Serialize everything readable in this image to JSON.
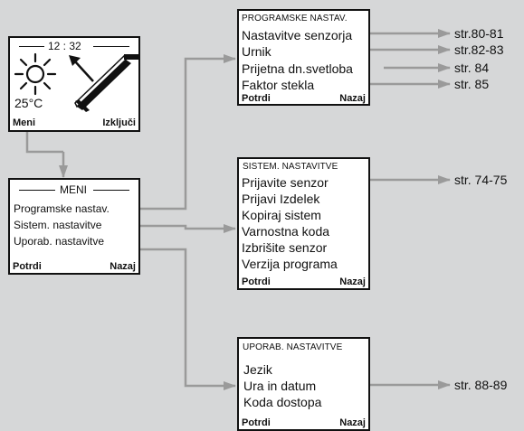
{
  "home": {
    "time": "12 : 32",
    "temperature": "25°C",
    "left_label": "Meni",
    "right_label": "Izključi"
  },
  "menu": {
    "title": "MENI",
    "items": [
      "Programske nastav.",
      "Sistem. nastavitve",
      "Uporab. nastavitve"
    ],
    "confirm": "Potrdi",
    "back": "Nazaj"
  },
  "programske": {
    "title": "PROGRAMSKE NASTAV.",
    "items": [
      "Nastavitve senzorja",
      "Urnik",
      "Prijetna dn.svetloba",
      "Faktor stekla"
    ],
    "confirm": "Potrdi",
    "back": "Nazaj"
  },
  "sistem": {
    "title": "SISTEM. NASTAVITVE",
    "items": [
      "Prijavite senzor",
      "Prijavi Izdelek",
      "Kopiraj sistem",
      "Varnostna koda",
      "Izbrišite senzor",
      "Verzija programa"
    ],
    "confirm": "Potrdi",
    "back": "Nazaj"
  },
  "uporab": {
    "title": "UPORAB. NASTAVITVE",
    "items": [
      "Jezik",
      "Ura in datum",
      "Koda dostopa"
    ],
    "confirm": "Potrdi",
    "back": "Nazaj"
  },
  "page_refs": {
    "senzorja": "str.80-81",
    "urnik": "str.82-83",
    "svetloba": "str. 84",
    "stekla": "str. 85",
    "prijavite": "str. 74-75",
    "ura": "str. 88-89"
  },
  "icons": [
    "sun-icon",
    "awning-icon",
    "arrow-icon"
  ],
  "colors": {
    "background": "#d6d7d8",
    "connector": "#9a9a9a",
    "screen": "#ffffff",
    "border": "#111111"
  }
}
